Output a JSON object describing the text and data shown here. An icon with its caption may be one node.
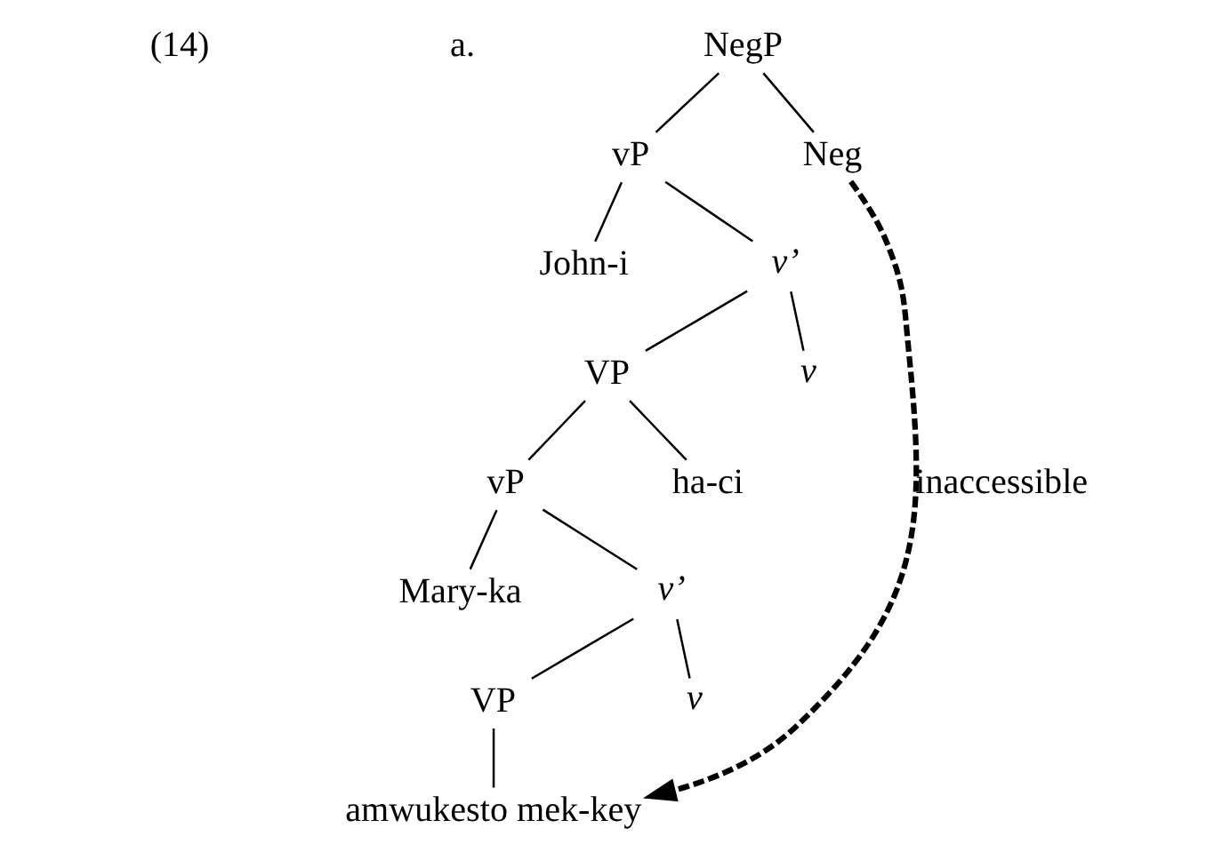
{
  "diagram": {
    "nodes": [
      {
        "text": [
          "NegP"
        ]
      },
      {
        "text": [
          "vP"
        ]
      },
      {
        "text": [
          "Neg"
        ]
      },
      {
        "text": [
          "John-i"
        ]
      },
      {
        "text": [
          "v’"
        ]
      },
      {
        "text": [
          "VP"
        ]
      },
      {
        "text": [
          "v"
        ]
      },
      {
        "text": [
          "vP"
        ]
      },
      {
        "text": [
          "ha-ci"
        ]
      },
      {
        "text": [
          "Mary-ka"
        ]
      },
      {
        "text": [
          "v’"
        ]
      },
      {
        "text": [
          "VP"
        ]
      },
      {
        "text": [
          "v"
        ]
      },
      {
        "text": [
          "amwukesto mek-key"
        ]
      }
    ],
    "edges": [
      {
        "from": 0,
        "to": 1,
        "arrow": "none"
      },
      {
        "from": 0,
        "to": 2,
        "arrow": "none"
      },
      {
        "from": 1,
        "to": 3,
        "arrow": "none"
      },
      {
        "from": 1,
        "to": 4,
        "arrow": "none"
      },
      {
        "from": 4,
        "to": 5,
        "arrow": "none"
      },
      {
        "from": 4,
        "to": 6,
        "arrow": "none"
      },
      {
        "from": 5,
        "to": 7,
        "arrow": "none"
      },
      {
        "from": 5,
        "to": 8,
        "arrow": "none"
      },
      {
        "from": 7,
        "to": 9,
        "arrow": "none"
      },
      {
        "from": 7,
        "to": 10,
        "arrow": "none"
      },
      {
        "from": 10,
        "to": 11,
        "arrow": "none"
      },
      {
        "from": 10,
        "to": 12,
        "arrow": "none"
      },
      {
        "from": 11,
        "to": 13,
        "arrow": "none"
      },
      {
        "from": 2,
        "to": 13,
        "arrow": "to",
        "label": "inaccessible",
        "style": "dashed"
      }
    ],
    "labels": [
      "(14)",
      "a."
    ]
  }
}
